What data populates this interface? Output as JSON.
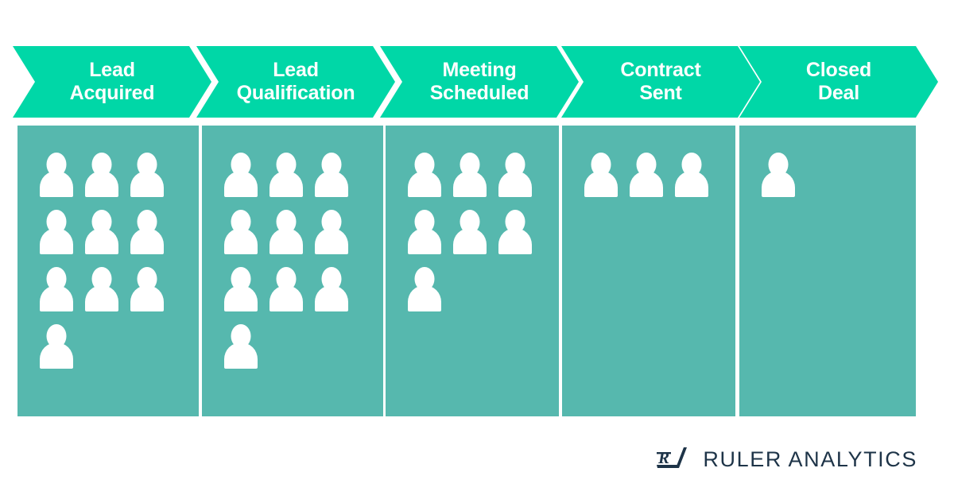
{
  "graphic": {
    "type": "sales-funnel-pictograph",
    "colors": {
      "chevron": "#00D7A7",
      "column": "#56B8AE",
      "icon": "#FFFFFF",
      "logo": "#1E3448",
      "background": "#FFFFFF"
    },
    "icon_name": "person-icon",
    "stages": [
      {
        "label": "Lead\nAcquired",
        "line1": "Lead",
        "line2": "Acquired",
        "count": 10,
        "rows": [
          3,
          3,
          3,
          1
        ]
      },
      {
        "label": "Lead\nQualification",
        "line1": "Lead",
        "line2": "Qualification",
        "count": 10,
        "rows": [
          3,
          3,
          3,
          1
        ]
      },
      {
        "label": "Meeting\nScheduled",
        "line1": "Meeting",
        "line2": "Scheduled",
        "count": 7,
        "rows": [
          3,
          3,
          1
        ]
      },
      {
        "label": "Contract\nSent",
        "line1": "Contract",
        "line2": "Sent",
        "count": 3,
        "rows": [
          3
        ]
      },
      {
        "label": "Closed\nDeal",
        "line1": "Closed",
        "line2": "Deal",
        "count": 1,
        "rows": [
          1
        ]
      }
    ]
  },
  "chart_data": {
    "type": "bar",
    "title": "",
    "xlabel": "",
    "ylabel": "",
    "categories": [
      "Lead Acquired",
      "Lead Qualification",
      "Meeting Scheduled",
      "Contract Sent",
      "Closed Deal"
    ],
    "values": [
      10,
      10,
      7,
      3,
      1
    ],
    "unit": "people",
    "legend": [],
    "grid": false,
    "ylim": [
      0,
      10
    ]
  },
  "footer": {
    "logo_mark": "ruler-r-slash-logo",
    "brand": "RULER ANALYTICS"
  }
}
